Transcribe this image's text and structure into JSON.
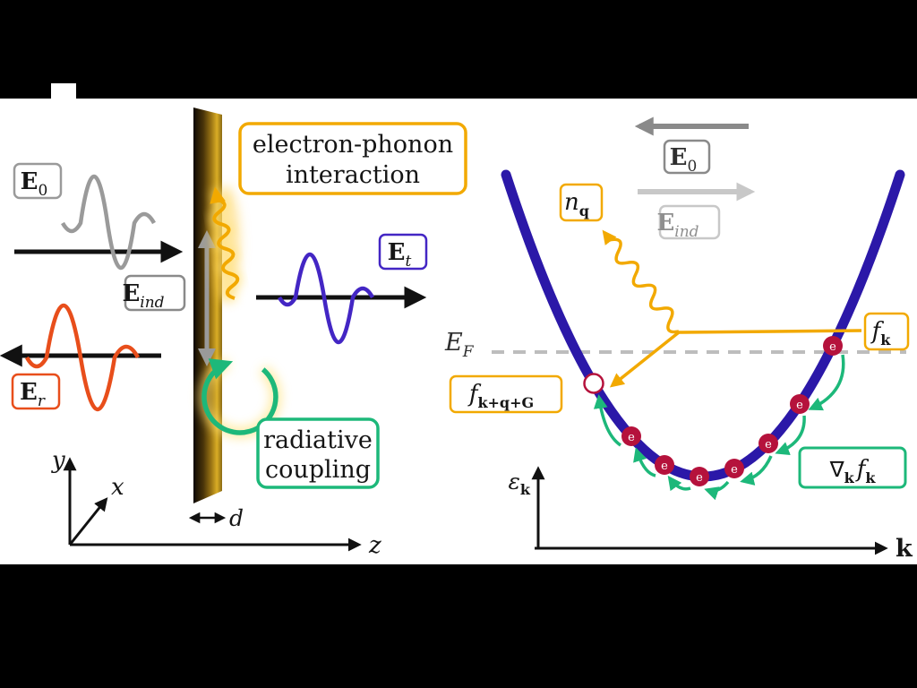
{
  "colors": {
    "background": "#000000",
    "canvas": "#ffffff",
    "gray_wave": "#9a9a9a",
    "orange_wave": "#e84e1b",
    "purple_wave": "#4326c4",
    "parabola_blue": "#2b18a8",
    "yellow_accent": "#f2a900",
    "green_accent": "#1db87a",
    "electron_red": "#b5123c",
    "dark_gray_arrow": "#8a8a8a",
    "light_gray_arrow": "#c8c8c8",
    "fermi_dash_gray": "#bdbdbd",
    "slab_gold": "#d9ad25"
  },
  "left_panel": {
    "e0_label": {
      "main": "E",
      "sub": "0"
    },
    "er_label": {
      "main": "E",
      "sub": "r"
    },
    "et_label": {
      "main": "E",
      "sub": "t"
    },
    "eind_label": {
      "main": "E",
      "sub": "ind"
    },
    "phonon_interaction_label": {
      "line1": "electron-phonon",
      "line2": "interaction"
    },
    "radiative_coupling_label": {
      "line1": "radiative",
      "line2": "coupling"
    },
    "axis_labels": {
      "x": "x",
      "y": "y",
      "z": "z"
    },
    "thickness_label": "d"
  },
  "right_panel": {
    "e0_label": {
      "main": "E",
      "sub": "0"
    },
    "eind_label": {
      "main": "E",
      "sub": "ind"
    },
    "phonon_occupation_label": {
      "main": "n",
      "sub": "q"
    },
    "fermi_level_label": {
      "main": "E",
      "sub": "F"
    },
    "fk_label": {
      "main": "f",
      "sub": "k"
    },
    "fkqG_label": {
      "main": "f",
      "sub": "k+q+G"
    },
    "gradient_label": {
      "nabla": "∇",
      "sub1": "k",
      "main": "f",
      "sub2": "k"
    },
    "energy_axis_label": {
      "main": "ε",
      "sub": "k"
    },
    "momentum_axis_label": "k",
    "electron_symbol": "e"
  }
}
